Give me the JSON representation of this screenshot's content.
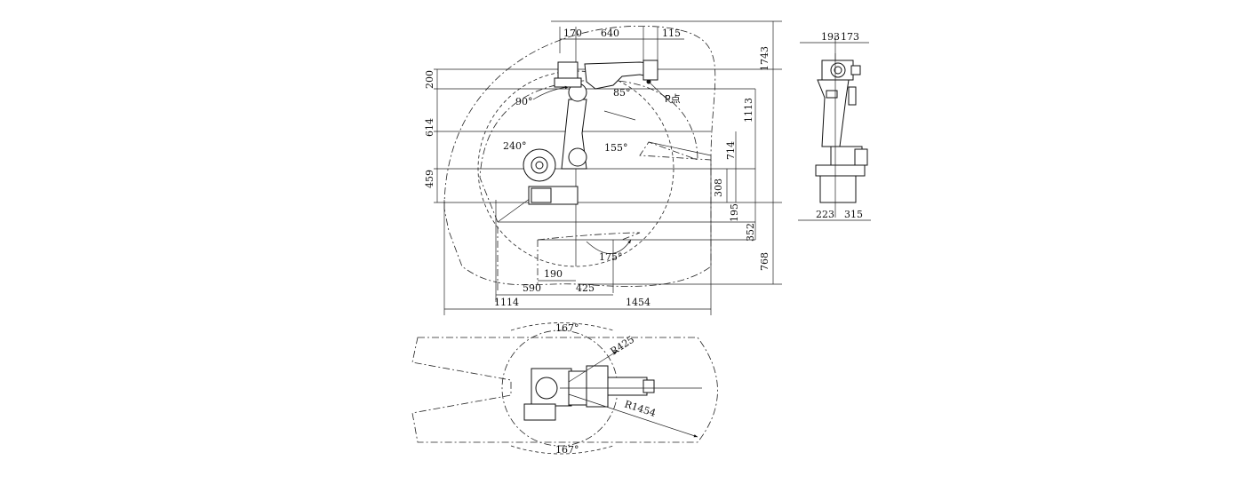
{
  "side_view": {
    "top_dims": [
      "170",
      "640",
      "115"
    ],
    "left_dims": [
      "200",
      "614",
      "459"
    ],
    "right_dims": [
      "1743",
      "1113",
      "714",
      "308",
      "195",
      "352",
      "768"
    ],
    "bottom_dims": [
      "190",
      "590",
      "425",
      "1114",
      "1454"
    ],
    "angles": [
      "90°",
      "85°",
      "240°",
      "155°",
      "175°"
    ],
    "p_point_label": "P点"
  },
  "end_view": {
    "top_dims": [
      "193",
      "173"
    ],
    "bottom_dims": [
      "223",
      "315"
    ]
  },
  "top_view": {
    "angle_top": "167°",
    "angle_bottom": "167°",
    "radius_inner": "R425",
    "radius_outer": "R1454"
  }
}
